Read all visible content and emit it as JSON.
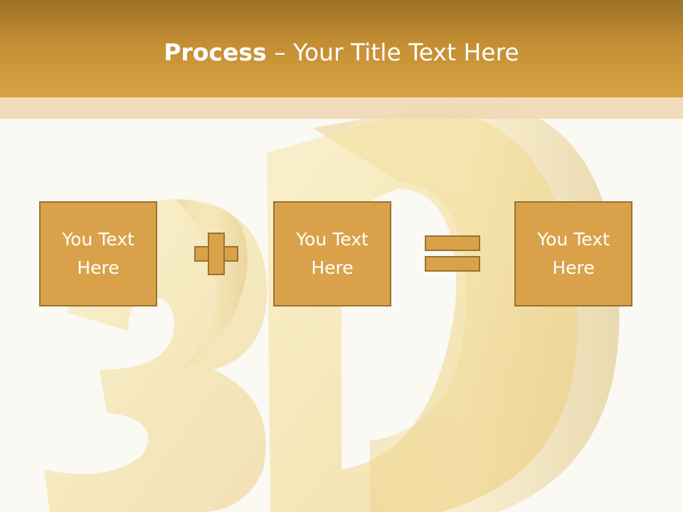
{
  "header": {
    "title_bold": "Process",
    "title_rest": " – Your Title Text Here"
  },
  "process": {
    "boxes": [
      {
        "line1": "You Text",
        "line2": "Here"
      },
      {
        "line1": "You Text",
        "line2": "Here"
      },
      {
        "line1": "You Text",
        "line2": "Here"
      }
    ],
    "operators": [
      "plus",
      "equals"
    ]
  },
  "background": {
    "art": "3D",
    "colors": {
      "header": "#c48e33",
      "strip": "#efd9b6",
      "box_fill": "#d9a24a",
      "box_border": "#9a7230",
      "art_gold": "#f3dc8a"
    }
  }
}
